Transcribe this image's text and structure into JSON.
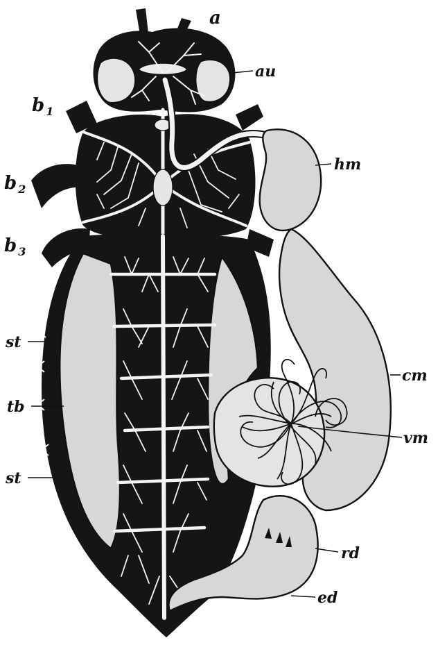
{
  "figure": {
    "labels": {
      "a": "a",
      "au": "au",
      "b1": "b",
      "b1_sub": "1",
      "b2": "b",
      "b2_sub": "2",
      "b3": "b",
      "b3_sub": "3",
      "hm": "hm",
      "st_upper": "st",
      "tb": "tb",
      "st_lower": "st",
      "cm": "cm",
      "vm": "vm",
      "rd": "rd",
      "ed": "ed"
    },
    "colors": {
      "ink": "#111111",
      "organ_fill": "#d7d7d7",
      "trachea": "#f4f4f4",
      "paper": "#ffffff"
    }
  }
}
